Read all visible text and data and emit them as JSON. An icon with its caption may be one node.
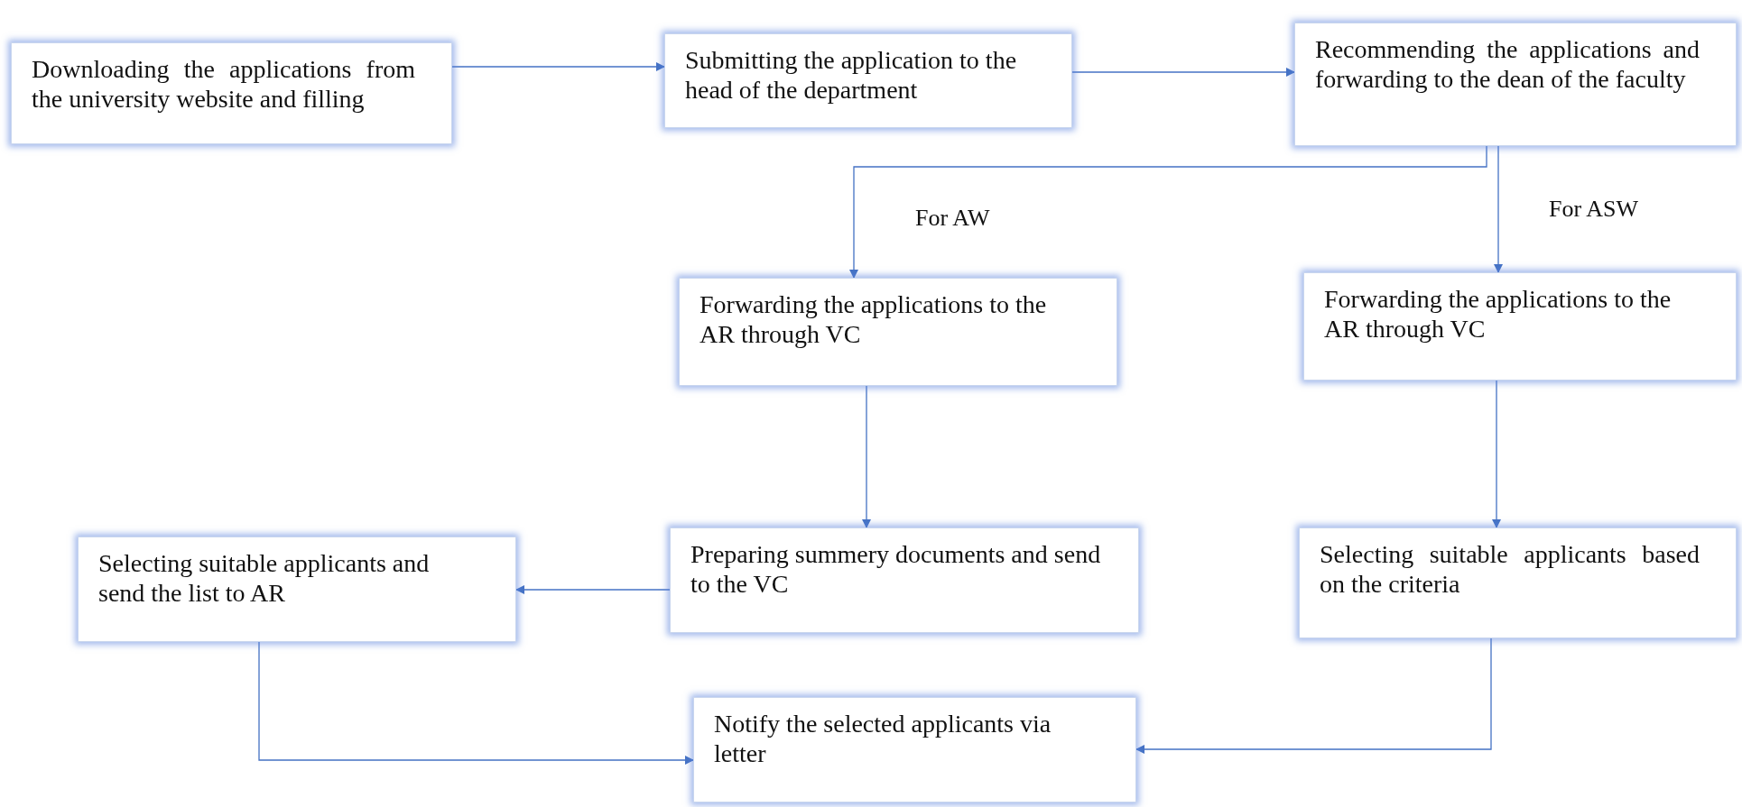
{
  "diagram": {
    "nodes": [
      {
        "text": [
          "Downloading the applications from the university website and filling"
        ]
      },
      {
        "text": [
          "Submitting the application to the head of the department"
        ]
      },
      {
        "text": [
          "Recommending the applications and forwarding to the dean of the faculty"
        ]
      },
      {
        "text": [
          "Forwarding the applications to the AR through VC"
        ]
      },
      {
        "text": [
          "Forwarding the applications to the AR through VC"
        ]
      },
      {
        "text": [
          "Preparing summery documents and send to the VC"
        ]
      },
      {
        "text": [
          "Selecting suitable applicants and send the list to AR"
        ]
      },
      {
        "text": [
          "Selecting suitable applicants based on the criteria"
        ]
      },
      {
        "text": [
          "Notify the selected applicants via letter"
        ]
      }
    ],
    "edges": [
      {
        "from": 0,
        "to": 1,
        "arrow": "to"
      },
      {
        "from": 1,
        "to": 2,
        "arrow": "to"
      },
      {
        "from": 2,
        "to": 3,
        "arrow": "to",
        "label": "For AW"
      },
      {
        "from": 2,
        "to": 4,
        "arrow": "to",
        "label": "For ASW"
      },
      {
        "from": 3,
        "to": 5,
        "arrow": "to"
      },
      {
        "from": 4,
        "to": 7,
        "arrow": "to"
      },
      {
        "from": 5,
        "to": 6,
        "arrow": "to"
      },
      {
        "from": 6,
        "to": 8,
        "arrow": "to"
      },
      {
        "from": 7,
        "to": 8,
        "arrow": "to"
      }
    ]
  }
}
